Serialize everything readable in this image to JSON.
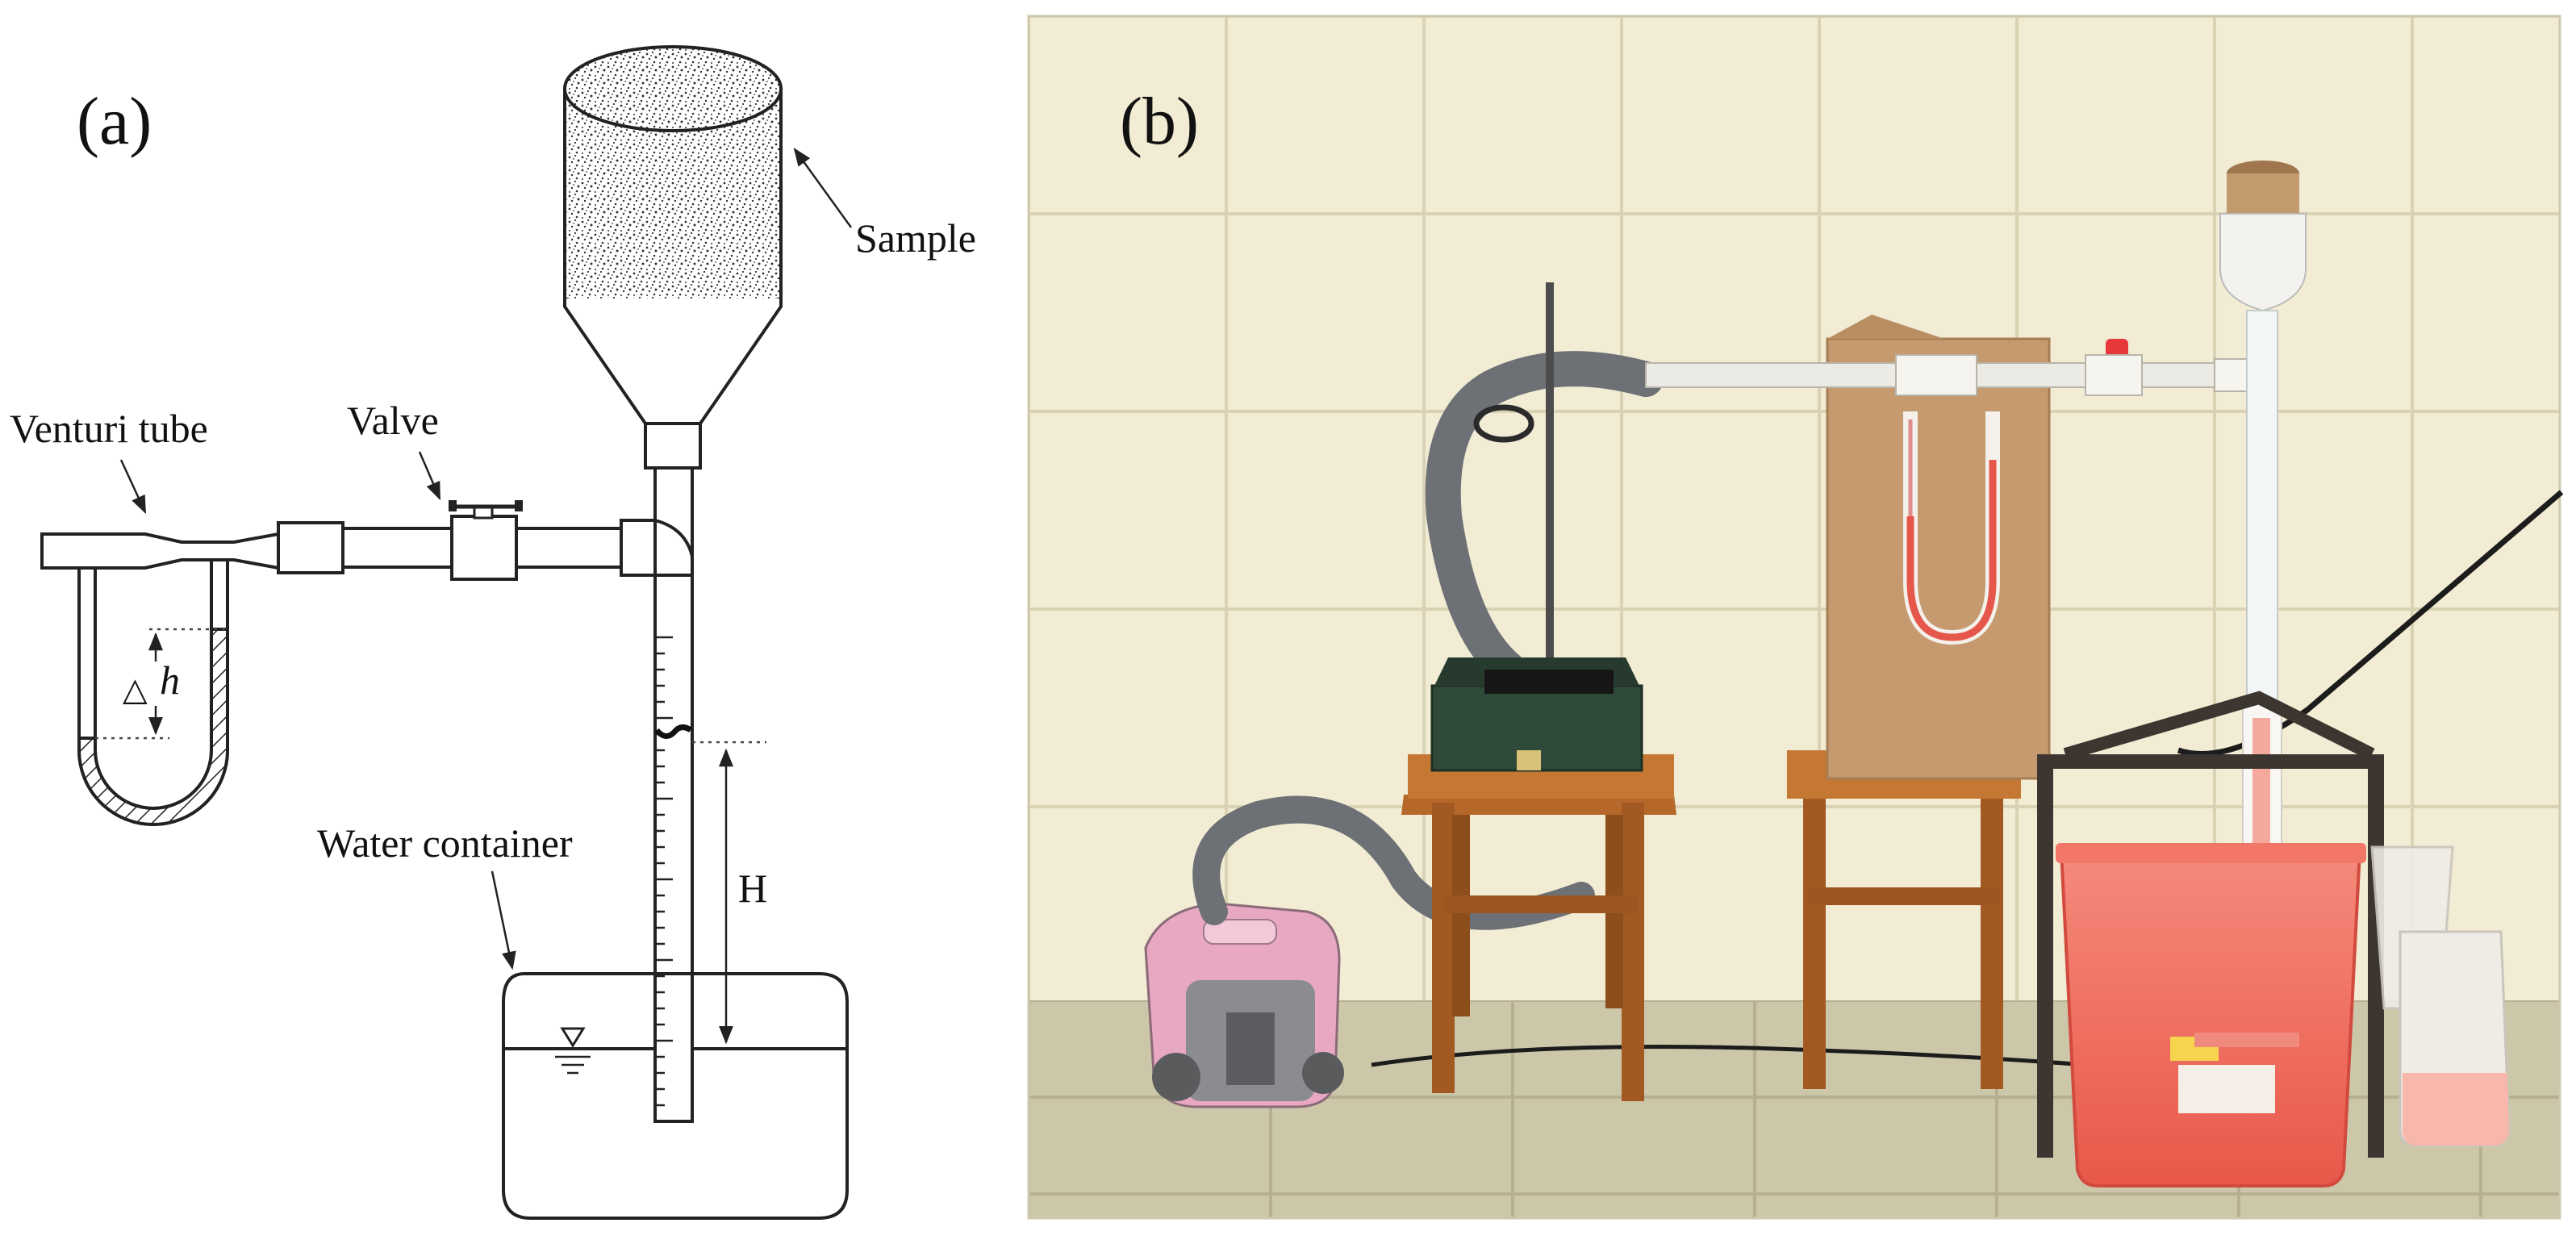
{
  "panel_a": {
    "label": "(a)",
    "labels": {
      "sample": "Sample",
      "venturi": "Venturi tube",
      "valve": "Valve",
      "water_container": "Water container",
      "delta": "△",
      "h": "h",
      "H": "H"
    }
  },
  "panel_b": {
    "label": "(b)"
  },
  "colors": {
    "line": "#222222",
    "wall": "#f1ecd3",
    "floor": "#ccc6a8",
    "stool": "#b5682a",
    "red_water": "#f06a5c",
    "cardboard": "#c49a6e",
    "hose": "#707479",
    "vacuum_pink": "#e9a8c2",
    "box_green": "#2f4a38",
    "frame_dark": "#3c3530"
  }
}
